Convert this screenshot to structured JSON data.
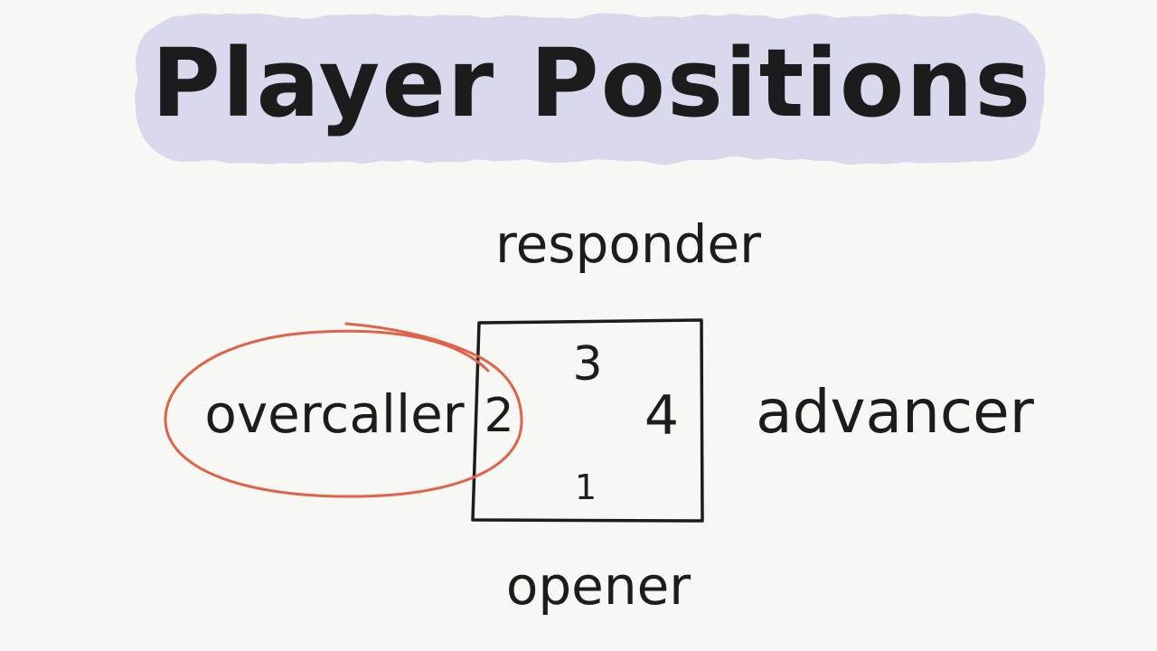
{
  "title": "Player Positions",
  "positions": {
    "top": {
      "number": "3",
      "role": "responder"
    },
    "left": {
      "number": "2",
      "role": "overcaller"
    },
    "right": {
      "number": "4",
      "role": "advancer"
    },
    "bottom": {
      "number": "1",
      "role": "opener"
    }
  },
  "colors": {
    "background": "#f7f7f3",
    "banner": "#d9d9ee",
    "ink": "#1c1c1c",
    "highlight_circle": "#e0624a"
  }
}
